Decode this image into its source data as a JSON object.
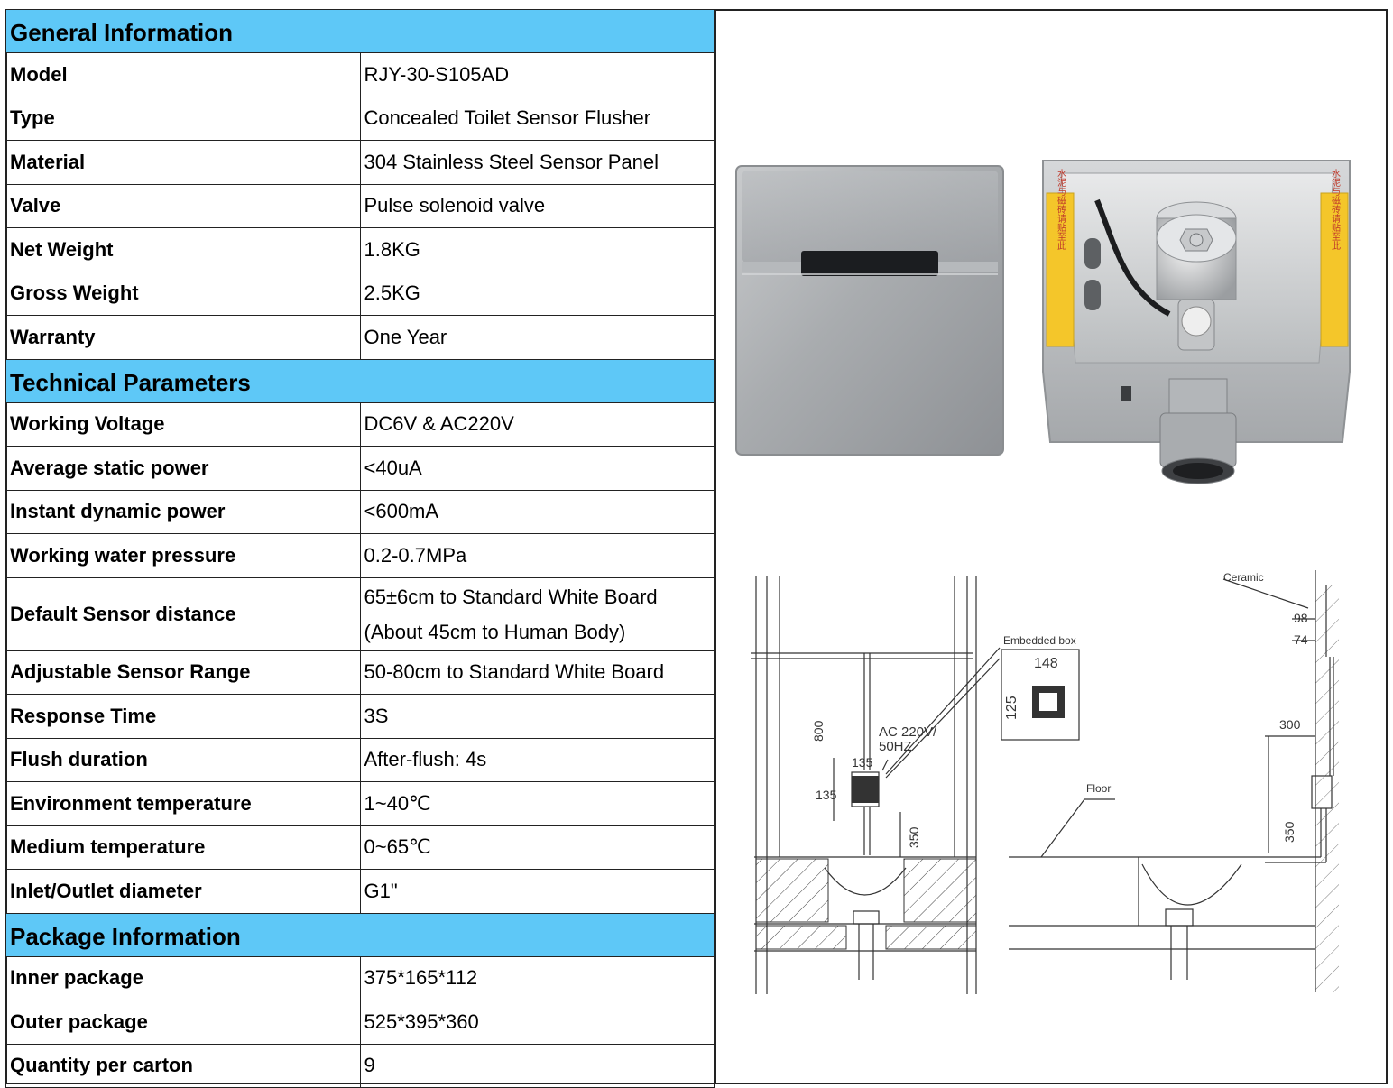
{
  "sections": {
    "general": "General Information",
    "technical": "Technical Parameters",
    "package": "Package Information"
  },
  "general_rows": [
    {
      "label": "Model",
      "value": "RJY-30-S105AD"
    },
    {
      "label": "Type",
      "value": "Concealed Toilet Sensor Flusher"
    },
    {
      "label": "Material",
      "value": "304 Stainless Steel Sensor Panel"
    },
    {
      "label": "Valve",
      "value": "Pulse solenoid valve"
    },
    {
      "label": "Net Weight",
      "value": "1.8KG"
    },
    {
      "label": "Gross Weight",
      "value": "2.5KG"
    },
    {
      "label": "Warranty",
      "value": "One Year"
    }
  ],
  "technical_rows": [
    {
      "label": "Working Voltage",
      "value": "DC6V & AC220V"
    },
    {
      "label": "Average static power",
      "value": "<40uA"
    },
    {
      "label": "Instant dynamic power",
      "value": "<600mA"
    },
    {
      "label": "Working water pressure",
      "value": "0.2-0.7MPa"
    },
    {
      "label": "Default Sensor distance",
      "value": "65±6cm to Standard White Board",
      "value2": "(About 45cm to Human Body)"
    },
    {
      "label": "Adjustable Sensor Range",
      "value": "50-80cm to Standard White Board"
    },
    {
      "label": "Response Time",
      "value": "3S"
    },
    {
      "label": "Flush duration",
      "value": "After-flush: 4s"
    },
    {
      "label": "Environment temperature",
      "value": "1~40℃"
    },
    {
      "label": "Medium temperature",
      "value": "0~65℃"
    },
    {
      "label": "Inlet/Outlet diameter",
      "value": "G1\""
    }
  ],
  "package_rows": [
    {
      "label": "Inner package",
      "value": "375*165*112"
    },
    {
      "label": "Outer package",
      "value": "525*395*360"
    },
    {
      "label": "Quantity per carton",
      "value": "9"
    }
  ],
  "diagram_labels": {
    "embedded_box": "Embedded box",
    "box_w": "148",
    "box_h": "125",
    "height_800": "800",
    "power": "AC 220V/",
    "freq": "50HZ",
    "dim_135_a": "135",
    "dim_135_b": "135",
    "dim_350_a": "350",
    "ceramic": "Ceramic",
    "dim_98": "98",
    "dim_74": "74",
    "dim_300": "300",
    "floor": "Floor",
    "dim_350_b": "350"
  },
  "warning_label_text": "水泥与磁砖请贴至此箭头位置"
}
